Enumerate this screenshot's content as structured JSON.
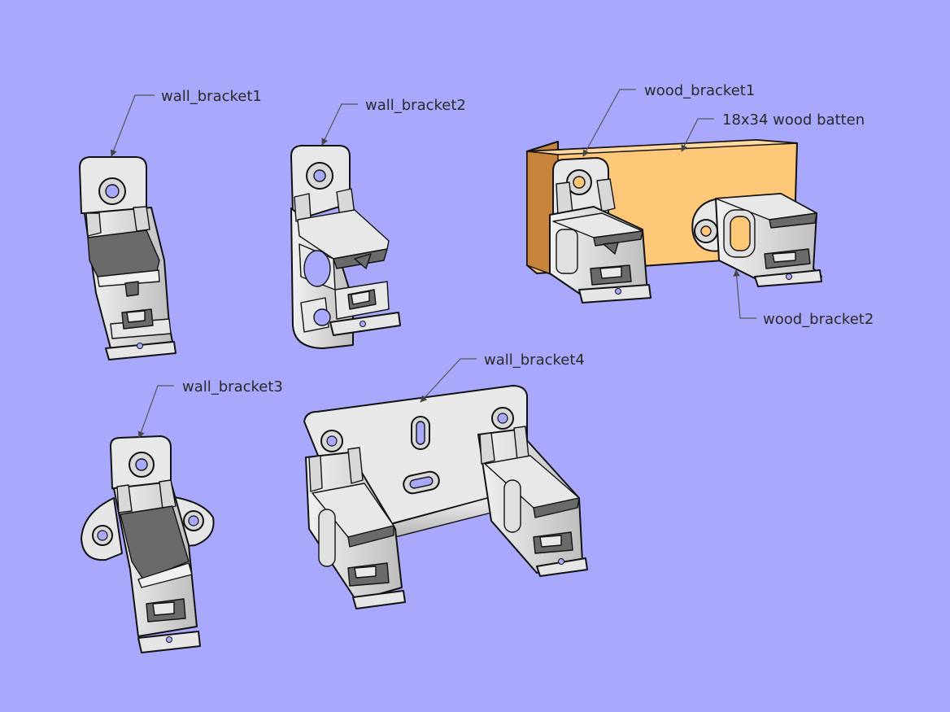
{
  "labels": {
    "wall_bracket1": "wall_bracket1",
    "wall_bracket2": "wall_bracket2",
    "wall_bracket3": "wall_bracket3",
    "wall_bracket4": "wall_bracket4",
    "wood_bracket1": "wood_bracket1",
    "wood_bracket2": "wood_bracket2",
    "wood_batten": "18x34 wood batten"
  },
  "colors": {
    "background": "#a8a8fc",
    "part_light": "#e6e6e6",
    "part_mid": "#cfcfcf",
    "part_dark": "#6a6a6a",
    "hole": "#a8a8fc",
    "wood_face": "#ffc878",
    "wood_side": "#c8843a"
  }
}
